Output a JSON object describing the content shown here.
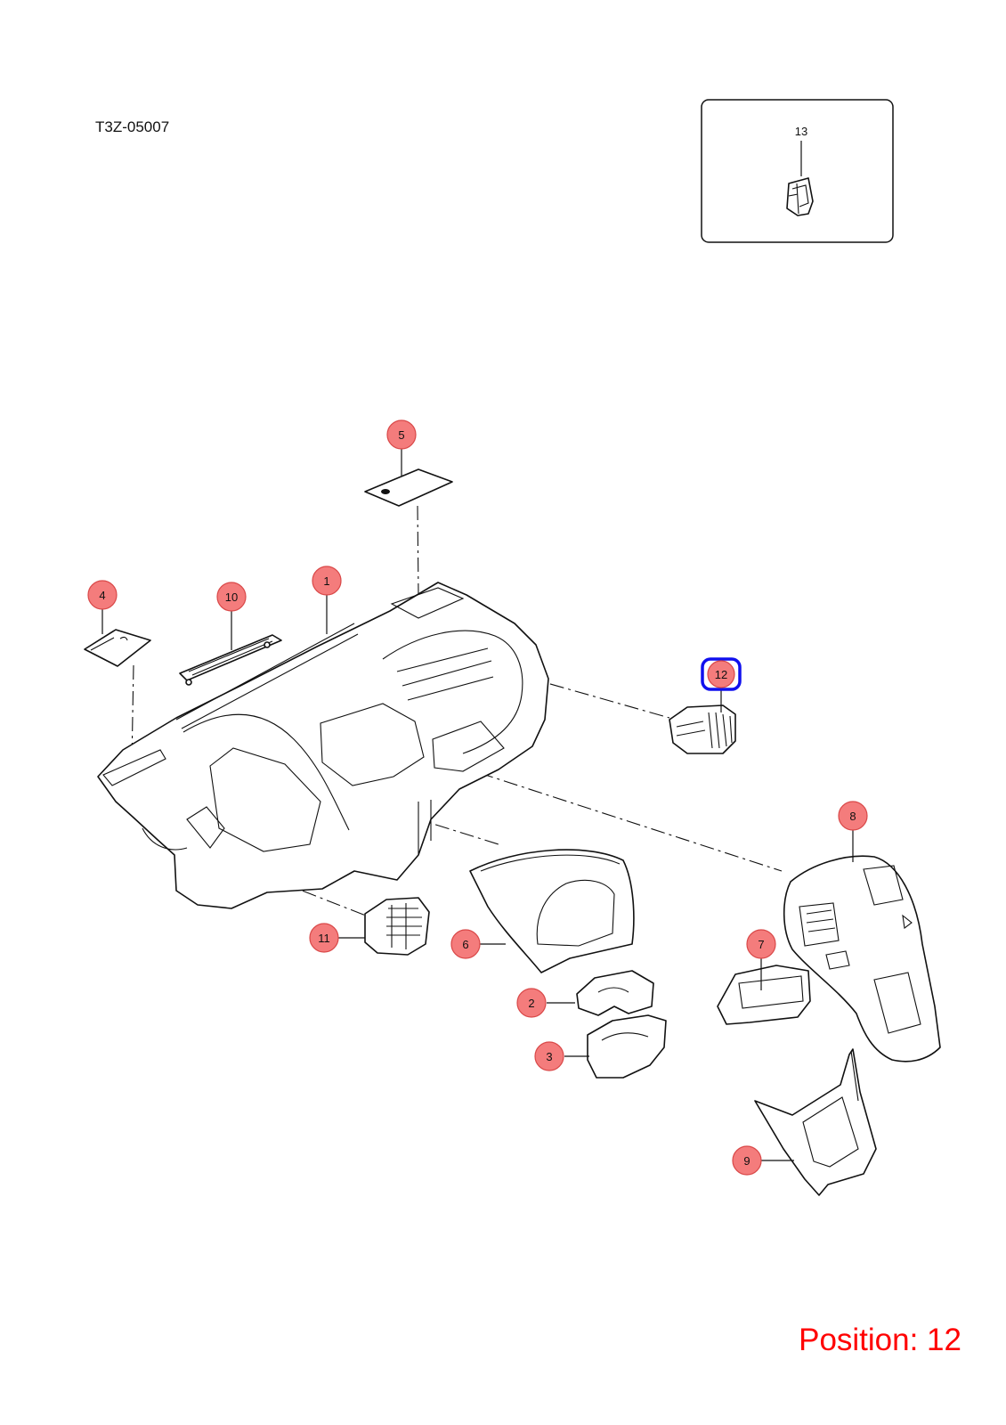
{
  "diagram_code": "T3Z-05007",
  "position_label": "Position: 12",
  "selected_callout": "12",
  "inset_callout": "13",
  "colors": {
    "callout_fill": "#f47c7c",
    "callout_stroke": "#d94848",
    "selected_outline": "#1010ee",
    "position_text": "#ff0000"
  },
  "callouts": {
    "c1": "1",
    "c2": "2",
    "c3": "3",
    "c4": "4",
    "c5": "5",
    "c6": "6",
    "c7": "7",
    "c8": "8",
    "c9": "9",
    "c10": "10",
    "c11": "11",
    "c12": "12"
  }
}
